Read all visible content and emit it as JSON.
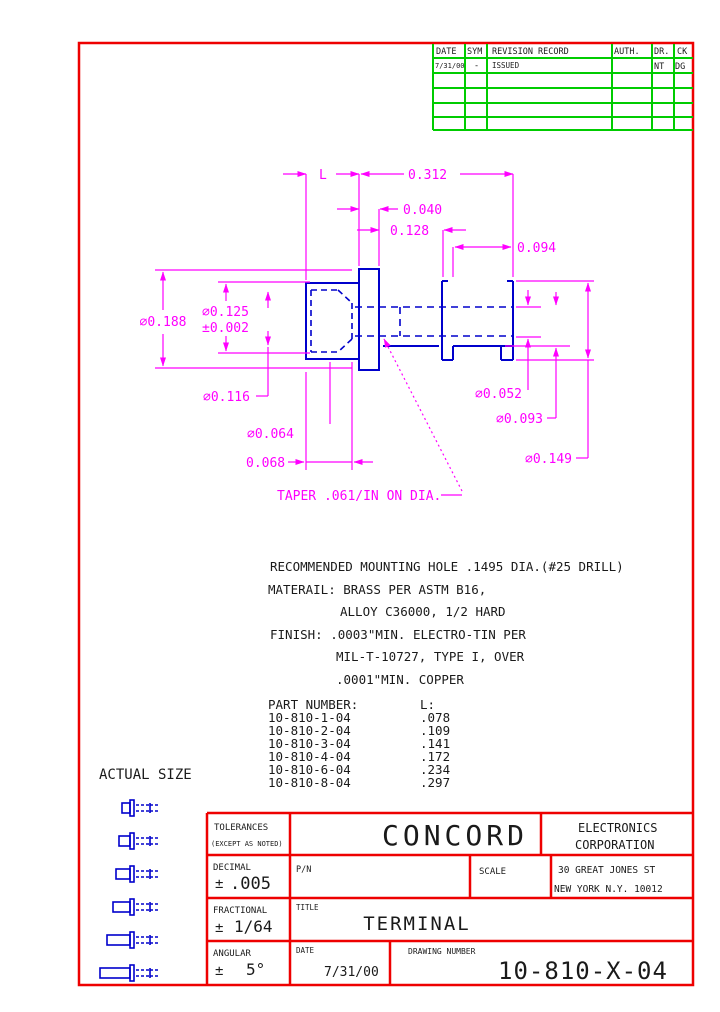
{
  "colors": {
    "border_red": "#ee0000",
    "table_green": "#00cc00",
    "part_blue": "#0000cc",
    "dim_magenta": "#ff00ff"
  },
  "revision_table": {
    "headers": {
      "date": "DATE",
      "sym": "SYM",
      "record": "REVISION RECORD",
      "auth": "AUTH.",
      "dr": "DR.",
      "ck": "CK"
    },
    "row1": {
      "date": "7/31/00",
      "sym": "-",
      "record": "ISSUED",
      "auth": "",
      "dr": "NT",
      "ck": "DG"
    }
  },
  "dims": {
    "length": "L",
    "overall": "0.312",
    "flange_w": "0.040",
    "shank": "0.128",
    "tip": "0.094",
    "flange_dia": "∅0.188",
    "hole_dia": "∅0.125",
    "hole_tol": "±0.002",
    "d116": "∅0.116",
    "d064": "∅0.064",
    "d068": "0.068",
    "d052": "∅0.052",
    "d093": "∅0.093",
    "d149": "∅0.149",
    "taper_note": "TAPER .061/IN ON DIA."
  },
  "notes": [
    "RECOMMENDED MOUNTING HOLE .1495 DIA.(#25 DRILL)",
    "MATERAIL: BRASS PER ASTM B16,",
    "ALLOY C36000, 1/2 HARD",
    "FINISH: .0003\"MIN. ELECTRO-TIN PER",
    "MIL-T-10727, TYPE I, OVER",
    ".0001\"MIN. COPPER"
  ],
  "parts": {
    "header_pn": "PART NUMBER:",
    "header_l": "L:",
    "rows": [
      {
        "pn": "10-810-1-04",
        "l": ".078"
      },
      {
        "pn": "10-810-2-04",
        "l": ".109"
      },
      {
        "pn": "10-810-3-04",
        "l": ".141"
      },
      {
        "pn": "10-810-4-04",
        "l": ".172"
      },
      {
        "pn": "10-810-6-04",
        "l": ".234"
      },
      {
        "pn": "10-810-8-04",
        "l": ".297"
      }
    ]
  },
  "actual_size_label": "ACTUAL SIZE",
  "title_block": {
    "tolerances": "TOLERANCES",
    "except": "(EXCEPT AS NOTED)",
    "decimal_label": "DECIMAL",
    "decimal_sym": "±",
    "decimal_value": ".005",
    "fractional_label": "FRACTIONAL",
    "fractional_sym": "±",
    "fractional_value": "1/64",
    "angular_label": "ANGULAR",
    "angular_sym": "±",
    "angular_value": "5°",
    "company": "CONCORD",
    "corp1": "ELECTRONICS",
    "corp2": "CORPORATION",
    "pn_label": "P/N",
    "scale_label": "SCALE",
    "address1": "30 GREAT JONES ST",
    "address2": "NEW YORK N.Y. 10012",
    "title_label": "TITLE",
    "title": "TERMINAL",
    "date_label": "DATE",
    "date": "7/31/00",
    "dwg_label": "DRAWING NUMBER",
    "dwg_no": "10-810-X-04"
  }
}
